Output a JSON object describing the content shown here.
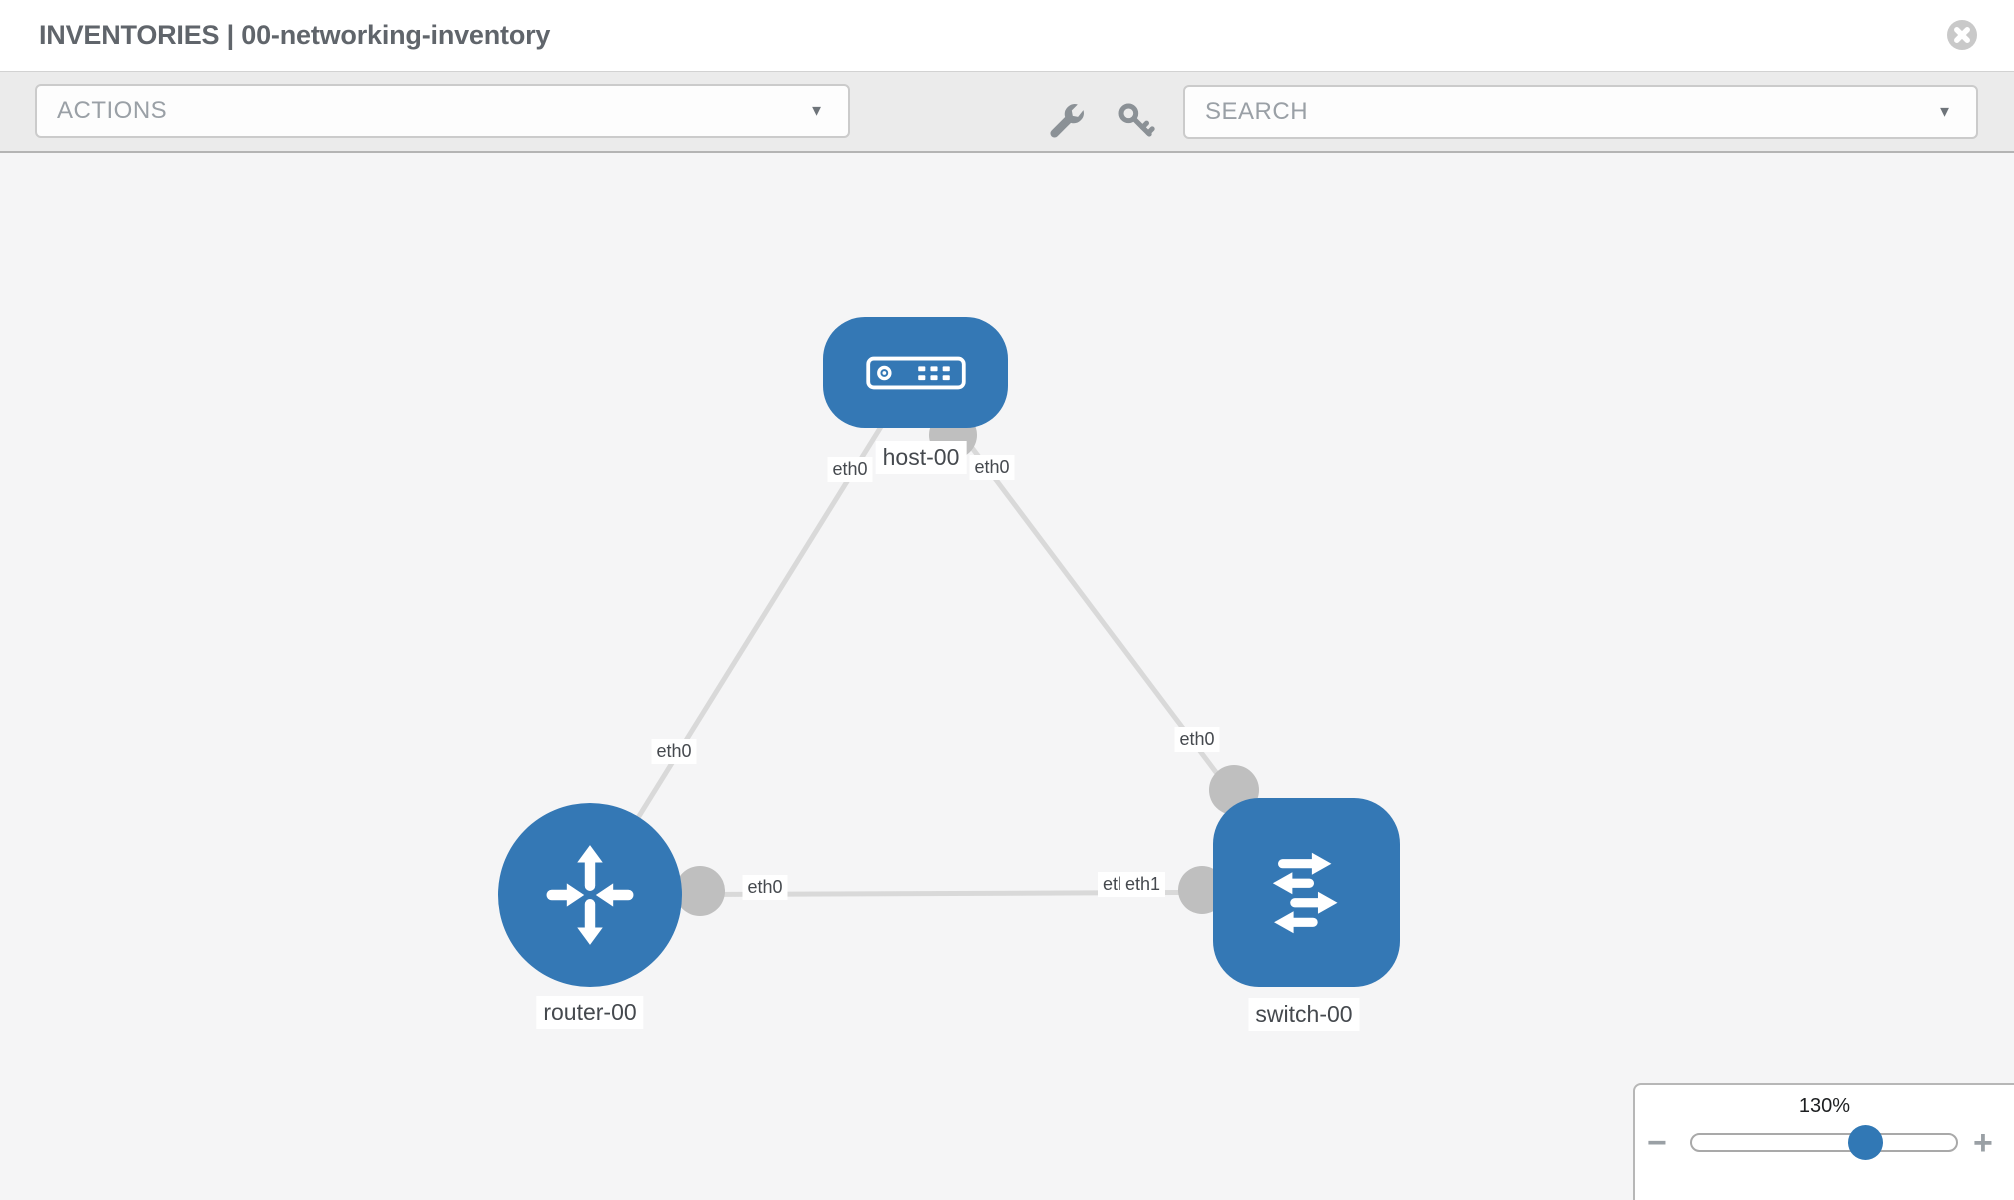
{
  "header": {
    "title": "INVENTORIES | 00-networking-inventory"
  },
  "toolbar": {
    "actions_label": "ACTIONS",
    "search_label": "SEARCH"
  },
  "icons": {
    "caret": "▼",
    "close": "x-in-circle",
    "wrench": "wrench",
    "key": "key"
  },
  "topology": {
    "nodes": [
      {
        "name": "host-00",
        "type": "host",
        "icon": "server-icon"
      },
      {
        "name": "router-00",
        "type": "router",
        "icon": "router-arrows-icon"
      },
      {
        "name": "switch-00",
        "type": "switch",
        "icon": "switch-arrows-icon"
      }
    ],
    "links": [
      {
        "from": "host-00",
        "to": "router-00",
        "from_port": "eth0",
        "to_port": "eth0"
      },
      {
        "from": "host-00",
        "to": "switch-00",
        "from_port": "eth0",
        "to_port": "eth0"
      },
      {
        "from": "router-00",
        "to": "switch-00",
        "from_port": "eth0",
        "to_port": "eth1"
      }
    ],
    "port_labels": {
      "host_to_router": "eth0",
      "router_to_host": "eth0",
      "host_to_switch": "eth0",
      "switch_to_host": "eth0",
      "router_to_switch": "eth0",
      "switch_to_router_under": "eth0",
      "switch_to_router": "eth1"
    }
  },
  "zoom_control": {
    "level": "130%",
    "minus": "−",
    "plus": "+"
  }
}
